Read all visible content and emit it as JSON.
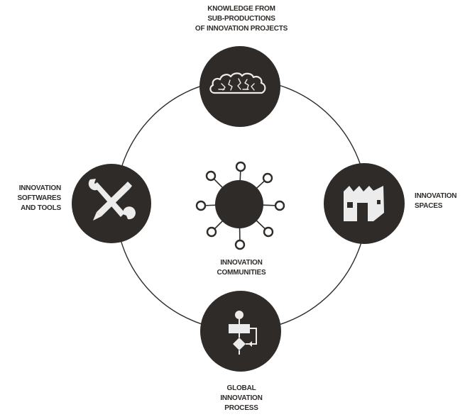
{
  "colors": {
    "node_fill": "#2f2b28",
    "ring_stroke": "#2f2b28",
    "icon_fill": "#ececec",
    "background": "#ffffff",
    "text": "#2f2b28"
  },
  "nodes": {
    "top": {
      "icon": "brain-cloud-icon",
      "label_lines": [
        "KNOWLEDGE FROM",
        "SUB-PRODUCTIONS",
        "OF INNOVATION PROJECTS"
      ]
    },
    "left": {
      "icon": "wrench-pencil-icon",
      "label_lines": [
        "INNOVATION",
        "SOFTWARES",
        "AND TOOLS"
      ]
    },
    "right": {
      "icon": "factory-building-icon",
      "label_lines": [
        "INNOVATION",
        "SPACES"
      ]
    },
    "bottom": {
      "icon": "flowchart-icon",
      "label_lines": [
        "GLOBAL",
        "INNOVATION",
        "PROCESS"
      ]
    },
    "center": {
      "icon": "network-hub-icon",
      "label_lines": [
        "INNOVATION",
        "COMMUNITIES"
      ]
    }
  }
}
